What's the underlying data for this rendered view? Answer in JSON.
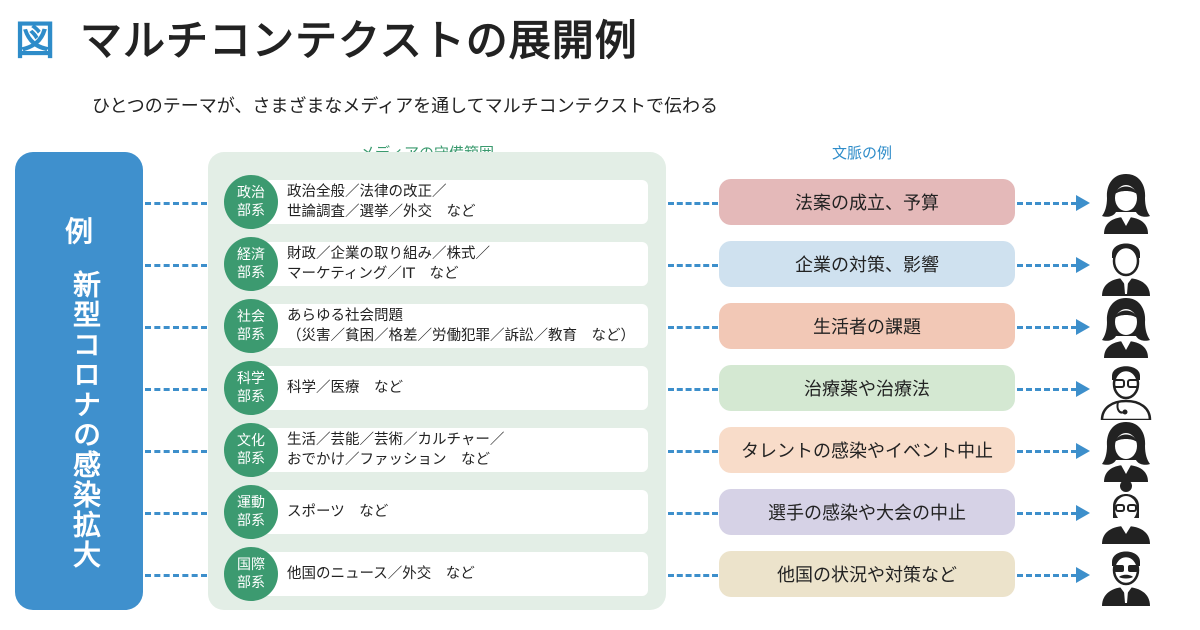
{
  "figure_mark": "図",
  "title": "マルチコンテクストの展開例",
  "subtitle": "ひとつのテーマが、さまざまなメディアを通してマルチコンテクストで伝わる",
  "headers": {
    "media": "メディアの守備範囲",
    "context": "文脈の例"
  },
  "example": {
    "label": "例",
    "text": "新型コロナの感染拡大"
  },
  "colors": {
    "accent_blue": "#3f90cd",
    "dept_green": "#3c9a70",
    "media_panel": "#e3eee6"
  },
  "rows": [
    {
      "dept": [
        "政治",
        "部系"
      ],
      "media": [
        "政治全般／法律の改正／",
        "世論調査／選挙／外交　など"
      ],
      "context": "法案の成立、予算",
      "context_color": "#e4b9b9",
      "person_icon": "woman-icon"
    },
    {
      "dept": [
        "経済",
        "部系"
      ],
      "media": [
        "財政／企業の取り組み／株式／",
        "マーケティング／IT　など"
      ],
      "context": "企業の対策、影響",
      "context_color": "#cfe1ef",
      "person_icon": "man-icon"
    },
    {
      "dept": [
        "社会",
        "部系"
      ],
      "media": [
        "あらゆる社会問題",
        "（災害／貧困／格差／労働犯罪／訴訟／教育　など）"
      ],
      "context": "生活者の課題",
      "context_color": "#f2c8b6",
      "person_icon": "woman-icon"
    },
    {
      "dept": [
        "科学",
        "部系"
      ],
      "media": [
        "科学／医療　など"
      ],
      "context": "治療薬や治療法",
      "context_color": "#d4e8d2",
      "person_icon": "doctor-icon"
    },
    {
      "dept": [
        "文化",
        "部系"
      ],
      "media": [
        "生活／芸能／芸術／カルチャー／",
        "おでかけ／ファッション　など"
      ],
      "context": "タレントの感染やイベント中止",
      "context_color": "#f8dcc9",
      "person_icon": "woman-icon"
    },
    {
      "dept": [
        "運動",
        "部系"
      ],
      "media": [
        "スポーツ　など"
      ],
      "context": "選手の感染や大会の中止",
      "context_color": "#d6d2e6",
      "person_icon": "woman-glasses-icon"
    },
    {
      "dept": [
        "国際",
        "部系"
      ],
      "media": [
        "他国のニュース／外交　など"
      ],
      "context": "他国の状況や対策など",
      "context_color": "#ece3cb",
      "person_icon": "man-mustache-icon"
    }
  ]
}
